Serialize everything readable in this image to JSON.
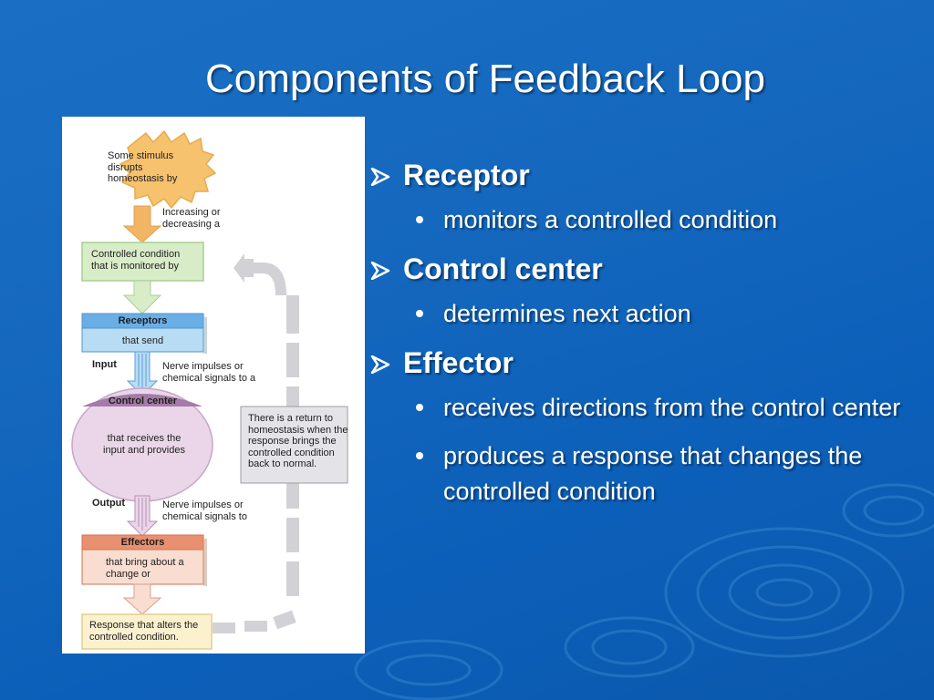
{
  "slide": {
    "title": "Components of Feedback Loop"
  },
  "figure": {
    "stimulus": "Some stimulus disrupts homeostasis by",
    "stimulus_effect": "Increasing or decreasing a",
    "controlled_condition": "Controlled condition that is monitored by",
    "receptors_header": "Receptors",
    "receptors_body": "that send",
    "input_label": "Input",
    "input_note": "Nerve impulses or chemical signals to a",
    "control_center_header": "Control center",
    "control_center_body": "that receives the input and provides",
    "return_note": "There is a return to homeostasis when the response brings the controlled condition back to normal.",
    "output_label": "Output",
    "output_note": "Nerve impulses or chemical signals to",
    "effectors_header": "Effectors",
    "effectors_body": "that bring about a change or",
    "response": "Response that alters the controlled condition."
  },
  "bullets": [
    {
      "heading": "Receptor",
      "items": [
        "monitors a controlled condition"
      ]
    },
    {
      "heading": "Control center",
      "items": [
        "determines next action"
      ]
    },
    {
      "heading": "Effector",
      "items": [
        "receives directions from the control center",
        "produces a response that changes the controlled condition"
      ]
    }
  ],
  "colors": {
    "background": "#1467bd",
    "stimulus_burst": "#f6c26e",
    "controlled_condition_box": "#d9ecc8",
    "receptors_header": "#6aaee6",
    "receptors_body": "#b9dcf5",
    "control_center_header": "#a57aa8",
    "control_center_body": "#ead6e8",
    "effectors_header": "#e89070",
    "effectors_body": "#f8ddd0",
    "response_box": "#fbf1cf",
    "return_arrow": "#d2d2d6"
  }
}
